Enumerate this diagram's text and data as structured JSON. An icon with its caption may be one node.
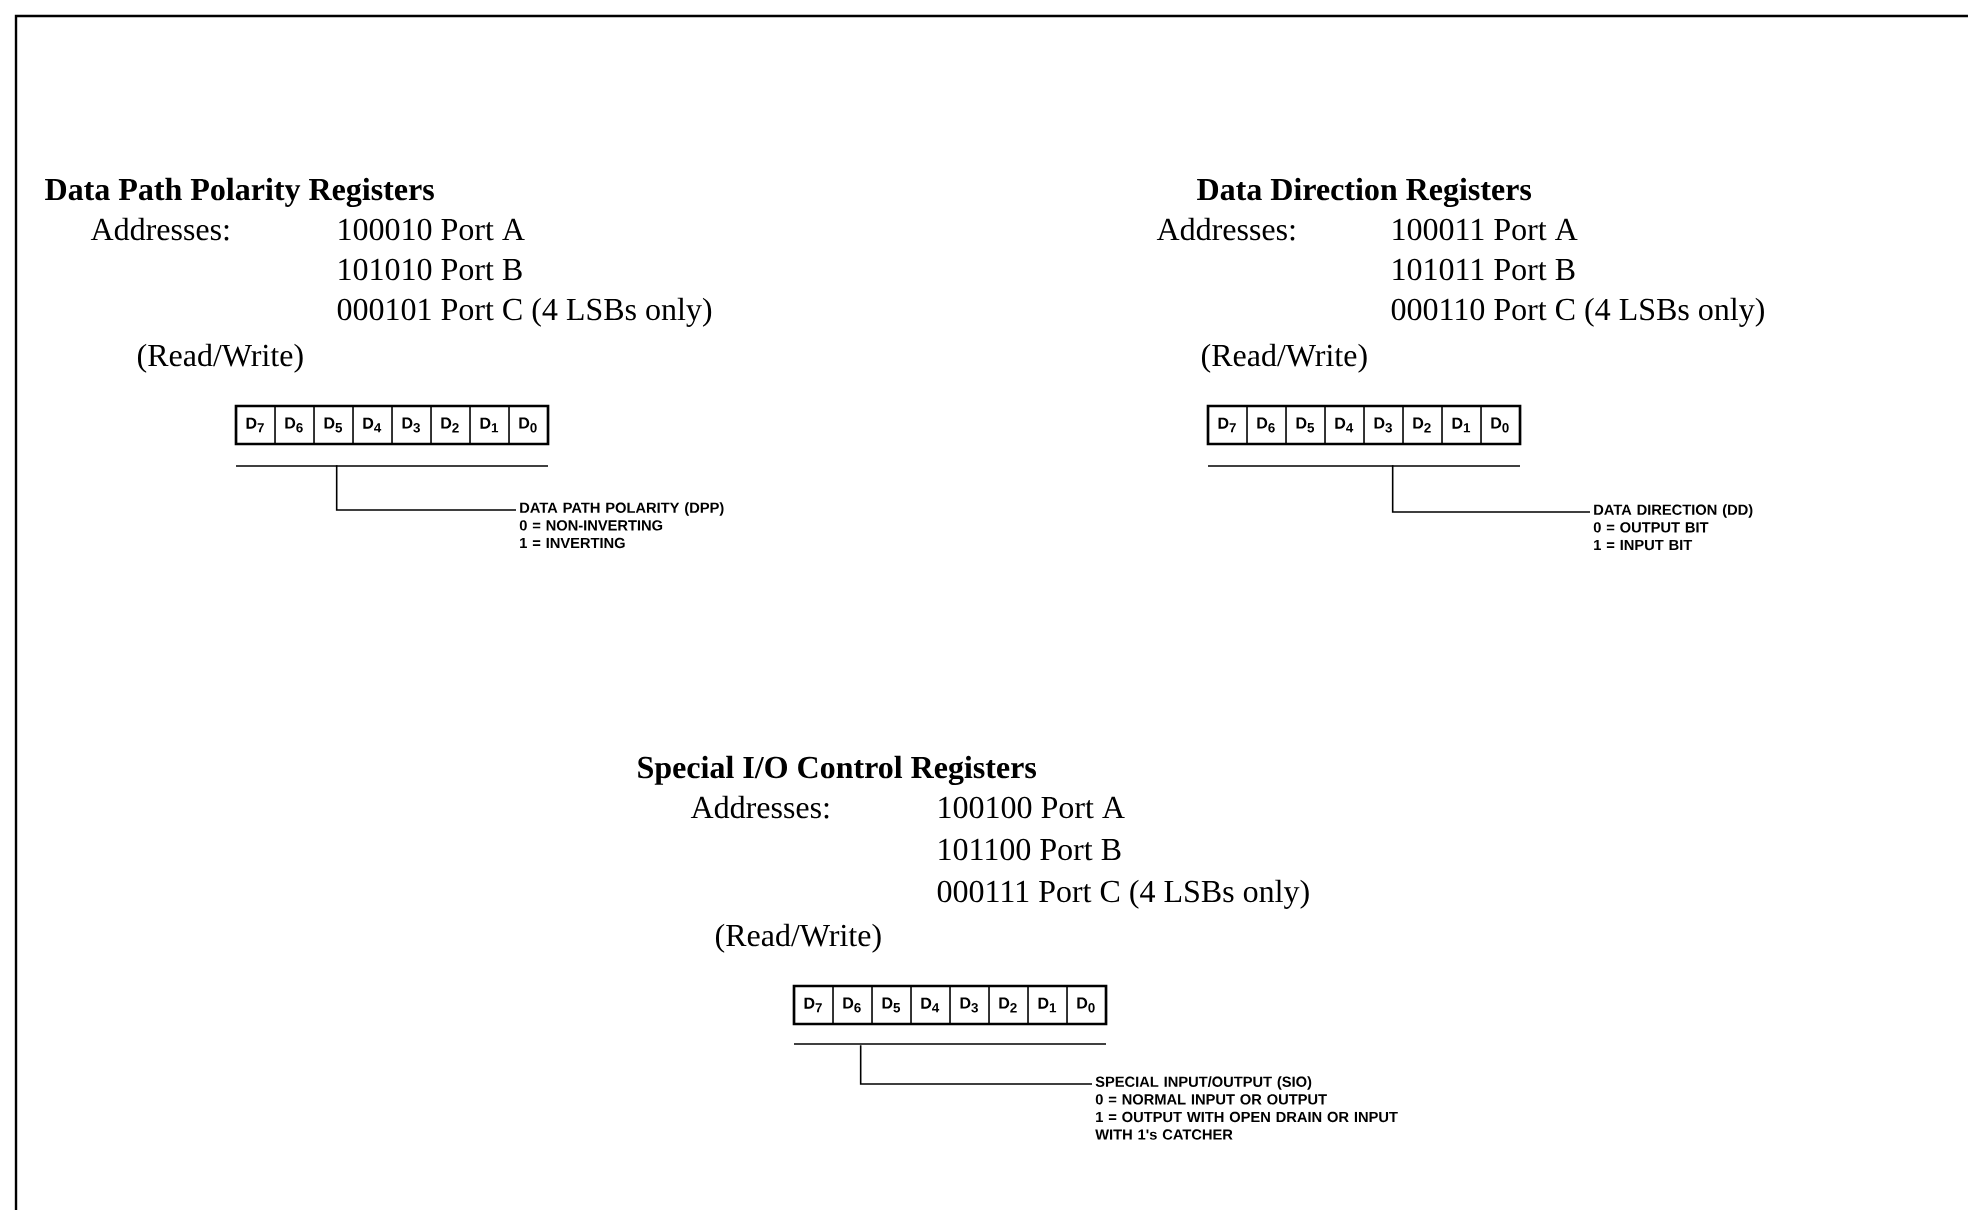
{
  "diagram": {
    "nodes": [
      {
        "text": [],
        "shape": "box"
      },
      {
        "text": [
          "D$_{7}$"
        ],
        "in": 0
      },
      {
        "text": [
          "D$_{6}$"
        ],
        "in": 0
      },
      {
        "text": [
          "D$_{5}$"
        ],
        "in": 0
      },
      {
        "text": [
          "D$_{4}$"
        ],
        "in": 0
      },
      {
        "text": [
          "D$_{3}$"
        ],
        "in": 0
      },
      {
        "text": [
          "D$_{2}$"
        ],
        "in": 0
      },
      {
        "text": [
          "D$_{1}$"
        ],
        "in": 0
      },
      {
        "text": [
          "D$_{0}$"
        ],
        "in": 0
      },
      {
        "text": [
          "DATA PATH POLARITY (DPP)",
          "0 = NON-INVERTING",
          "1 = INVERTING"
        ]
      },
      {
        "text": [],
        "shape": "box"
      },
      {
        "text": [
          "D$_{7}$"
        ],
        "in": 10
      },
      {
        "text": [
          "D$_{6}$"
        ],
        "in": 10
      },
      {
        "text": [
          "D$_{5}$"
        ],
        "in": 10
      },
      {
        "text": [
          "D$_{4}$"
        ],
        "in": 10
      },
      {
        "text": [
          "D$_{3}$"
        ],
        "in": 10
      },
      {
        "text": [
          "D$_{2}$"
        ],
        "in": 10
      },
      {
        "text": [
          "D$_{1}$"
        ],
        "in": 10
      },
      {
        "text": [
          "D$_{0}$"
        ],
        "in": 10
      },
      {
        "text": [
          "DATA DIRECTION (DD)",
          "0 = OUTPUT BIT",
          "1 = INPUT BIT"
        ]
      },
      {
        "text": [],
        "shape": "box"
      },
      {
        "text": [
          "D$_{7}$"
        ],
        "in": 20
      },
      {
        "text": [
          "D$_{6}$"
        ],
        "in": 20
      },
      {
        "text": [
          "D$_{5}$"
        ],
        "in": 20
      },
      {
        "text": [
          "D$_{4}$"
        ],
        "in": 20
      },
      {
        "text": [
          "D$_{3}$"
        ],
        "in": 20
      },
      {
        "text": [
          "D$_{2}$"
        ],
        "in": 20
      },
      {
        "text": [
          "D$_{1}$"
        ],
        "in": 20
      },
      {
        "text": [
          "D$_{0}$"
        ],
        "in": 20
      },
      {
        "text": [
          "SPECIAL INPUT/OUTPUT (SIO)",
          "0 = NORMAL INPUT OR OUTPUT",
          "1 = OUTPUT WITH OPEN DRAIN OR INPUT WITH 1's CATCHER"
        ]
      }
    ],
    "edges": [
      {
        "from": 9,
        "to": 0,
        "arrow": "none"
      },
      {
        "from": 19,
        "to": 10,
        "arrow": "none"
      },
      {
        "from": 29,
        "to": 20,
        "arrow": "none"
      }
    ],
    "labels": [
      "Data Path Polarity Registers",
      "Addresses:",
      "100010 Port A",
      "101010 Port B",
      "000101 Port C (4 LSBs only)",
      "(Read/Write)",
      "Data Direction Registers",
      "Addresses:",
      "100011 Port A",
      "101011 Port B",
      "000110 Port C (4 LSBs only)",
      "(Read/Write)",
      "Special I/O Control Registers",
      "Addresses:",
      "100100 Port A",
      "101100 Port B",
      "000111 Port C (4 LSBs only)",
      "(Read/Write)"
    ]
  }
}
